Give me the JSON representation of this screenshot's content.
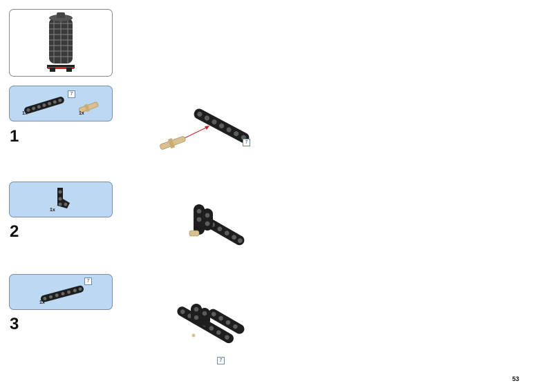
{
  "steps": [
    {
      "number": "1",
      "parts": [
        {
          "qty": "1x",
          "length_label": "7"
        },
        {
          "qty": "1x"
        }
      ],
      "callout_length": "7"
    },
    {
      "number": "2",
      "parts": [
        {
          "qty": "1x"
        }
      ]
    },
    {
      "number": "3",
      "parts": [
        {
          "qty": "1x",
          "length_label": "7"
        }
      ],
      "callout_length": "7"
    }
  ],
  "page_number": "53",
  "colors": {
    "parts_box_fill": "#bcd8f3",
    "beam": "#1e1e1e",
    "pin": "#d9c08e",
    "arrow": "#d2232a"
  },
  "icons": [
    "tower-model-icon",
    "beam-7-icon",
    "axle-pin-icon",
    "angled-beam-icon"
  ]
}
